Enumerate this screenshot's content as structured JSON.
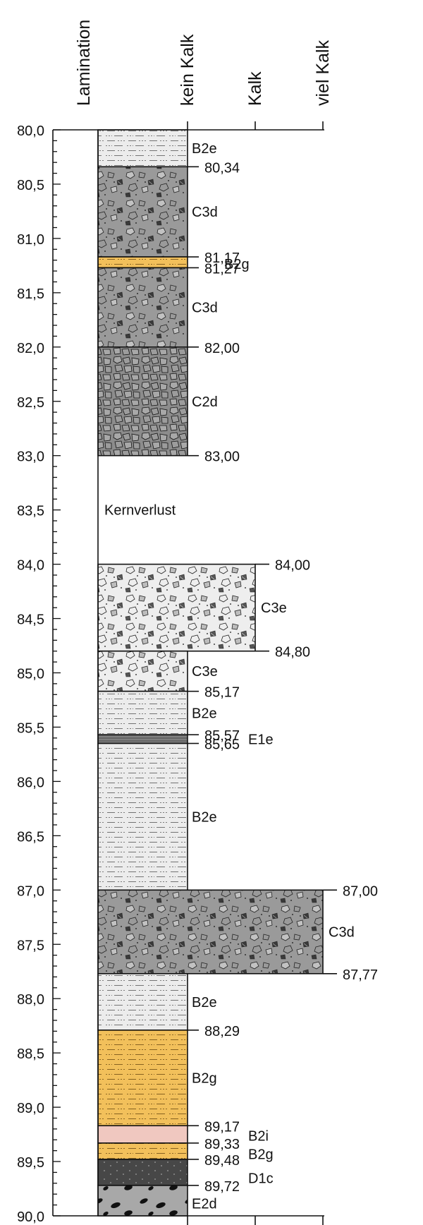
{
  "header": {
    "columns": [
      {
        "label": "Lamination"
      },
      {
        "label": "kein Kalk"
      },
      {
        "label": "Kalk"
      },
      {
        "label": "viel Kalk"
      }
    ]
  },
  "depth_axis": {
    "min": 80.0,
    "max": 90.0,
    "major_step": 0.5,
    "tick_labels": [
      "80,0",
      "80,5",
      "81,0",
      "81,5",
      "82,0",
      "82,5",
      "83,0",
      "83,5",
      "84,0",
      "84,5",
      "85,0",
      "85,5",
      "86,0",
      "86,5",
      "87,0",
      "87,5",
      "88,0",
      "88,5",
      "89,0",
      "89,5",
      "90,0"
    ]
  },
  "layers": [
    {
      "top": 80.0,
      "bottom": 80.34,
      "code": "B2e",
      "calc": "kein Kalk",
      "pattern": "silt-light",
      "top_label": "",
      "bottom_label": "80,34"
    },
    {
      "top": 80.34,
      "bottom": 81.17,
      "code": "C3d",
      "calc": "kein Kalk",
      "pattern": "clast-dark",
      "top_label": "",
      "bottom_label": "81,17"
    },
    {
      "top": 81.17,
      "bottom": 81.27,
      "code": "B2g",
      "calc": "kein Kalk",
      "pattern": "silt-orange",
      "top_label": "",
      "bottom_label": "81,27"
    },
    {
      "top": 81.27,
      "bottom": 82.0,
      "code": "C3d",
      "calc": "kein Kalk",
      "pattern": "clast-dark",
      "top_label": "",
      "bottom_label": "82,00"
    },
    {
      "top": 82.0,
      "bottom": 83.0,
      "code": "C2d",
      "calc": "kein Kalk",
      "pattern": "clast-dense",
      "top_label": "",
      "bottom_label": "83,00"
    },
    {
      "top": 83.0,
      "bottom": 84.0,
      "code": "Kernverlust",
      "calc": "none",
      "pattern": "none",
      "top_label": "",
      "bottom_label": ""
    },
    {
      "top": 84.0,
      "bottom": 84.8,
      "code": "C3e",
      "calc": "Kalk",
      "pattern": "clast-light",
      "top_label": "84,00",
      "bottom_label": "84,80"
    },
    {
      "top": 84.8,
      "bottom": 85.17,
      "code": "C3e",
      "calc": "kein Kalk",
      "pattern": "clast-light",
      "top_label": "",
      "bottom_label": "85,17"
    },
    {
      "top": 85.17,
      "bottom": 85.57,
      "code": "B2e",
      "calc": "kein Kalk",
      "pattern": "silt-light",
      "top_label": "",
      "bottom_label": "85,57"
    },
    {
      "top": 85.57,
      "bottom": 85.65,
      "code": "E1e",
      "calc": "kein Kalk",
      "pattern": "lamina-dark",
      "top_label": "",
      "bottom_label": "85,65"
    },
    {
      "top": 85.65,
      "bottom": 87.0,
      "code": "B2e",
      "calc": "kein Kalk",
      "pattern": "silt-light",
      "top_label": "",
      "bottom_label": ""
    },
    {
      "top": 87.0,
      "bottom": 87.77,
      "code": "C3d",
      "calc": "viel Kalk",
      "pattern": "clast-dark",
      "top_label": "87,00",
      "bottom_label": "87,77"
    },
    {
      "top": 87.77,
      "bottom": 88.29,
      "code": "B2e",
      "calc": "kein Kalk",
      "pattern": "silt-light",
      "top_label": "",
      "bottom_label": "88,29"
    },
    {
      "top": 88.29,
      "bottom": 89.17,
      "code": "B2g",
      "calc": "kein Kalk",
      "pattern": "silt-orange",
      "top_label": "",
      "bottom_label": "89,17"
    },
    {
      "top": 89.17,
      "bottom": 89.33,
      "code": "B2i",
      "calc": "kein Kalk",
      "pattern": "pink",
      "top_label": "",
      "bottom_label": "89,33"
    },
    {
      "top": 89.33,
      "bottom": 89.48,
      "code": "B2g",
      "calc": "kein Kalk",
      "pattern": "silt-orange",
      "top_label": "",
      "bottom_label": "89,48"
    },
    {
      "top": 89.48,
      "bottom": 89.72,
      "code": "D1c",
      "calc": "kein Kalk",
      "pattern": "dark-dots",
      "top_label": "",
      "bottom_label": "89,72"
    },
    {
      "top": 89.72,
      "bottom": 90.0,
      "code": "E2d",
      "calc": "kein Kalk",
      "pattern": "pebbles",
      "top_label": "",
      "bottom_label": ""
    }
  ],
  "colors": {
    "silt_light": "#ececec",
    "silt_orange": "#f2c05b",
    "clast_dark": "#9a9a9a",
    "clast_dense": "#888888",
    "clast_light": "#eeeeee",
    "lamina_dark": "#7f7f7f",
    "pink": "#f0c8c0",
    "dark_dots": "#474747",
    "pebbles": "#a8a8a8",
    "line": "#111111"
  }
}
